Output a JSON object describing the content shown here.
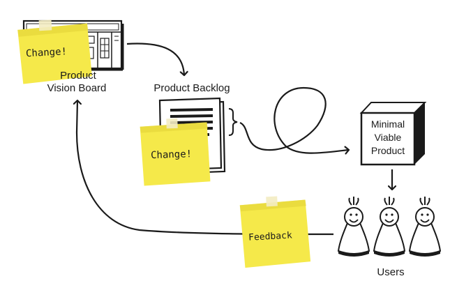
{
  "vision_board": {
    "label_line1": "Product",
    "label_line2": "Vision Board"
  },
  "backlog": {
    "label": "Product Backlog"
  },
  "mvp": {
    "label_line1": "Minimal",
    "label_line2": "Viable",
    "label_line3": "Product"
  },
  "users": {
    "label": "Users"
  },
  "notes": {
    "vision_change": "Change!",
    "backlog_change": "Change!",
    "feedback": "Feedback"
  },
  "colors": {
    "sticky_note": "#f5e94a",
    "sticky_note_shade": "#e0d236",
    "tape": "#f3ecc2",
    "ink": "#1a1a1a"
  }
}
